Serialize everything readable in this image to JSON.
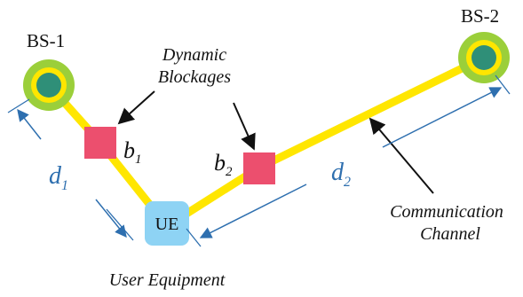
{
  "nodes": {
    "bs1_label": "BS-1",
    "bs2_label": "BS-2",
    "ue_label": "UE"
  },
  "annotations": {
    "dynamic_blockages_line1": "Dynamic",
    "dynamic_blockages_line2": "Blockages",
    "communication_channel_line1": "Communication",
    "communication_channel_line2": "Channel",
    "user_equipment": "User Equipment"
  },
  "blockages": {
    "b1_main": "b",
    "b1_sub": "1",
    "b2_main": "b",
    "b2_sub": "2"
  },
  "distances": {
    "d1_main": "d",
    "d1_sub": "1",
    "d2_main": "d",
    "d2_sub": "2"
  },
  "colors": {
    "channel": "#ffe600",
    "bs_outer": "#9bcf3a",
    "bs_inner": "#2f8f78",
    "blockage": "#ec4f6e",
    "ue_fill": "#8ed3f4",
    "dimension": "#2e6faf"
  }
}
